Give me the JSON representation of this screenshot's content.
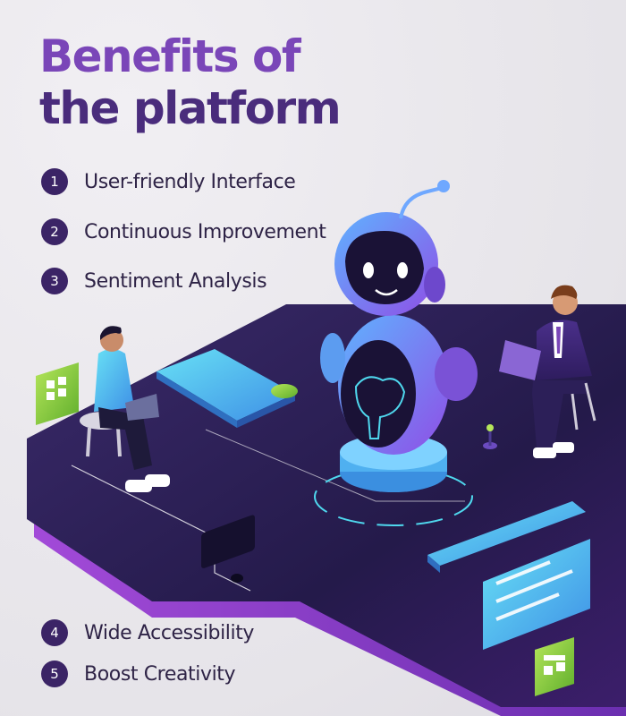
{
  "title": {
    "line1": "Benefits of",
    "line2": "the platform"
  },
  "benefits_top": [
    {
      "number": "1",
      "label": "User-friendly Interface"
    },
    {
      "number": "2",
      "label": "Continuous Improvement"
    },
    {
      "number": "3",
      "label": "Sentiment Analysis"
    }
  ],
  "benefits_bottom": [
    {
      "number": "4",
      "label": "Wide Accessibility"
    },
    {
      "number": "5",
      "label": "Boost Creativity"
    }
  ],
  "colors": {
    "title_light": "#7a46b8",
    "title_dark": "#4a2c7c",
    "badge": "#3b2466",
    "accent_cyan": "#4fd8ee",
    "accent_lime": "#8ed24a"
  }
}
